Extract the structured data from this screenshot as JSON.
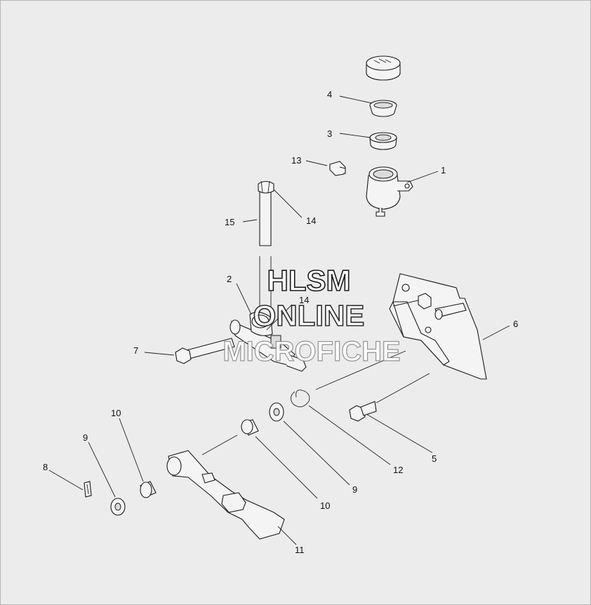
{
  "callouts": [
    "1",
    "2",
    "3",
    "4",
    "5",
    "6",
    "7",
    "8",
    "9",
    "9",
    "10",
    "10",
    "11",
    "12",
    "13",
    "14",
    "14",
    "15"
  ],
  "watermark": {
    "line1": "HLSM",
    "line2": "ONLINE",
    "line3": "MICROFICHE"
  },
  "colors": {
    "background": "#ececec",
    "line": "#1a1a1a",
    "part_fill": "#f4f4f4"
  }
}
